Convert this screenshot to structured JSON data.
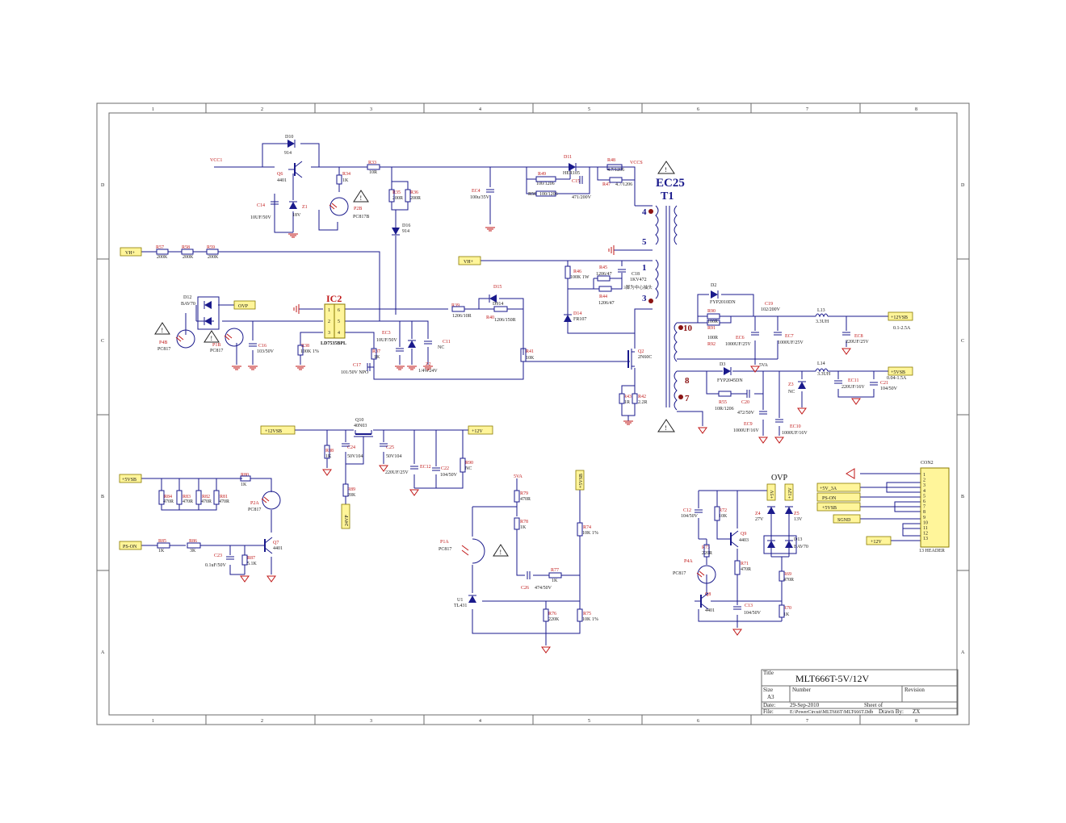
{
  "frame": {
    "columns": [
      "1",
      "2",
      "3",
      "4",
      "5",
      "6",
      "7",
      "8"
    ],
    "rows": [
      "D",
      "C",
      "B",
      "A"
    ]
  },
  "title_block": {
    "title_label": "Title",
    "title": "MLT666T-5V/12V",
    "size_label": "Size",
    "size": "A3",
    "number_label": "Number",
    "revision_label": "Revision",
    "date_label": "Date:",
    "date": "29-Sep-2010",
    "sheet_label": "Sheet    of",
    "file_label": "File:",
    "file": "E:\\PowerCircuit\\MLT666T\\MLT666T.Ddb",
    "drawn_label": "Drawn By:",
    "drawn": "ZX"
  },
  "headings": {
    "ic2": "IC2",
    "ec25": "EC25",
    "t1": "T1",
    "ovp": "OVP",
    "con2": "CON2",
    "header": "13 HEADER"
  },
  "ports": {
    "vh_left": "VH+",
    "vh_mid": "VH+",
    "ovp": "OVP",
    "p12vsb_out": "+12VSB",
    "p5vsb_out": "+5VSB",
    "p12vsb_in": "+12VSB",
    "p12v_out": "+12V",
    "p5vsb_left": "+5VSB",
    "ps_on_left": "PS-ON",
    "v24": "24VP",
    "p5vsb_mid": "+5VSB",
    "p5v": "+5V",
    "p12v_top": "+12V",
    "con_5v": "+5V_3A",
    "con_pson": "PS-ON",
    "con_5vsb": "+5VSB",
    "con_sgnd": "SGND",
    "con_12v": "+12V"
  },
  "ranges": {
    "r12vsb": "0.1-2.5A",
    "r5vsb": "0.04-1.5A"
  },
  "labels": {
    "vcc1": "VCC1",
    "vccs": "VCCS",
    "v5va": "5VA",
    "v5va_b": "5VA",
    "note_cn": "3脚为中心抽头",
    "d10": "D10",
    "d10v": "914",
    "q6": "Q6",
    "q6v": "4401",
    "r33": "R33",
    "r33v": "10R",
    "r34": "R34",
    "r34v": "1K",
    "c14": "C14",
    "c14v": "10UF/50V",
    "z1": "Z1",
    "z1v": "18V",
    "p2b": "P2B",
    "p2bv": "PC817B",
    "r35": "R35",
    "r35v": "200R",
    "r36": "R36",
    "r36v": "200R",
    "d16": "D16",
    "d16v": "914",
    "ec4": "EC4",
    "ec4v": "100u/35V",
    "r49": "R49",
    "r49v": "100/1206",
    "r50": "R50",
    "r50v": "100/1206",
    "d11": "D11",
    "d11v": "HER105",
    "c15": "C15",
    "c15v": "471/200V",
    "r48": "R48",
    "r48v": "4.7/1206",
    "r47": "R47",
    "r47v": "4.7/1206",
    "r57": "R57",
    "r57v": "200K",
    "r58": "R58",
    "r58v": "200K",
    "r59": "R59",
    "r59v": "200K",
    "r46": "R46",
    "r46v": "100K 1W",
    "r45": "R45",
    "r45v": "1206/47",
    "c18": "C18",
    "c18v": "1KV472",
    "r44": "R44",
    "r44v": "1206/47",
    "d12": "D12",
    "d12v": "BAV70",
    "ic2v": "LD7535BPL",
    "r39": "R39",
    "r39v": "1206/10R",
    "d15": "D15",
    "d15v": "D914",
    "r40": "R40",
    "r40v": "1206/150R",
    "d14": "D14",
    "d14v": "FR107",
    "p4b": "P4B",
    "p4bv": "PC817",
    "p1b": "P1B",
    "p1bv": "PC817",
    "c16": "C16",
    "c16v": "103/50V",
    "r38": "R38",
    "r38v": "100K 1%",
    "c17": "C17",
    "c17v": "101/50V NPO",
    "r37": "R37",
    "r37v": "1K",
    "ec3": "EC3",
    "ec3v": "10UF/50V",
    "z2": "Z2",
    "z2v": "1/4W24V",
    "c11": "C11",
    "c11v": "NC",
    "r41": "R41",
    "r41v": "10K",
    "q2": "Q2",
    "q2v": "2N60C",
    "r43": "R43",
    "r43v": "1R",
    "r42": "R42",
    "r42v": "2.2R",
    "d2": "D2",
    "d2v": "FYP2010DN",
    "c19": "C19",
    "c19v": "102/200V",
    "r90": "R90",
    "r90v": "100R",
    "r91": "R91",
    "r91v": "100R",
    "r92": "R92",
    "ec6": "EC6",
    "ec6v": "1000UF/25V",
    "ec7": "EC7",
    "ec7v": "1000UF/25V",
    "l13": "L13",
    "l13v": "3.3UH",
    "ec8": "EC8",
    "ec8v": "220UF/25V",
    "d3": "D3",
    "d3v": "FYP2045DN",
    "l14": "L14",
    "l14v": "3.3UH",
    "z3": "Z3",
    "z3v": "NC",
    "ec11": "EC11",
    "ec11v": "220UF/16V",
    "c21": "C21",
    "c21v": "104/50V",
    "r55": "R55",
    "r55v": "10R/1206",
    "c20": "C20",
    "c20v": "472/50V",
    "ec9": "EC9",
    "ec9v": "1000UF/16V",
    "ec10": "EC10",
    "ec10v": "1000UF/16V",
    "q10": "Q10",
    "q10v": "40N03",
    "r88": "R88",
    "r88v": "1K",
    "c24": "C24",
    "c24v": "50V104",
    "c25": "C25",
    "c25v": "50V104",
    "r89": "R89",
    "r89v": "20K",
    "ec12": "EC12",
    "ec12v": "220UF/25V",
    "c22": "C22",
    "c22v": "104/50V",
    "r90b": "R90",
    "r90bv": "NC",
    "r84": "R84",
    "r84v": "470R",
    "r83": "R83",
    "r83v": "470R",
    "r82": "R82",
    "r82v": "470R",
    "r81": "R81",
    "r81v": "470R",
    "r80": "R80",
    "r80v": "1K",
    "p2a": "P2A",
    "p2av": "PC817",
    "r85": "R85",
    "r85v": "1K",
    "r86": "R86",
    "r86v": "3K",
    "c23": "C23",
    "c23v": "0.1uF/50V",
    "r87": "R87",
    "r87v": "5.1K",
    "q7": "Q7",
    "q7v": "4401",
    "r79": "R79",
    "r79v": "470R",
    "r78": "R78",
    "r78v": "1K",
    "p1a": "P1A",
    "p1av": "PC817",
    "c26": "C26",
    "c26v": "474/50V",
    "r77": "R77",
    "r77v": "1K",
    "u1": "U1",
    "u1v": "TL431",
    "r76": "R76",
    "r76v": "220K",
    "r74": "R74",
    "r74v": "10K 1%",
    "r75": "R75",
    "r75v": "10K 1%",
    "c12": "C12",
    "c12v": "104/50V",
    "r72": "R72",
    "r72v": "10K",
    "q9": "Q9",
    "q9v": "4403",
    "r73": "R73",
    "r73v": "220R",
    "p4a": "P4A",
    "p4av": "PC817",
    "r71": "R71",
    "r71v": "470R",
    "q8": "Q8",
    "q8v": "4401",
    "c13": "C13",
    "c13v": "104/50V",
    "z4": "Z4",
    "z4v": "27V",
    "z5": "Z5",
    "z5v": "13V",
    "d13": "D13",
    "d13v": "BAV70",
    "r69": "R69",
    "r69v": "470R",
    "r70": "R70",
    "r70v": "1K"
  },
  "pins": {
    "p4": "4",
    "p5": "5",
    "p1": "1",
    "p3": "3",
    "p10": "10",
    "p8": "8",
    "p7": "7",
    "ic1": "1",
    "ic2": "2",
    "ic3": "3",
    "ic4": "4",
    "ic5": "5",
    "ic6": "6",
    "con": [
      "1",
      "2",
      "3",
      "4",
      "5",
      "6",
      "7",
      "8",
      "9",
      "10",
      "11",
      "12",
      "13"
    ]
  }
}
